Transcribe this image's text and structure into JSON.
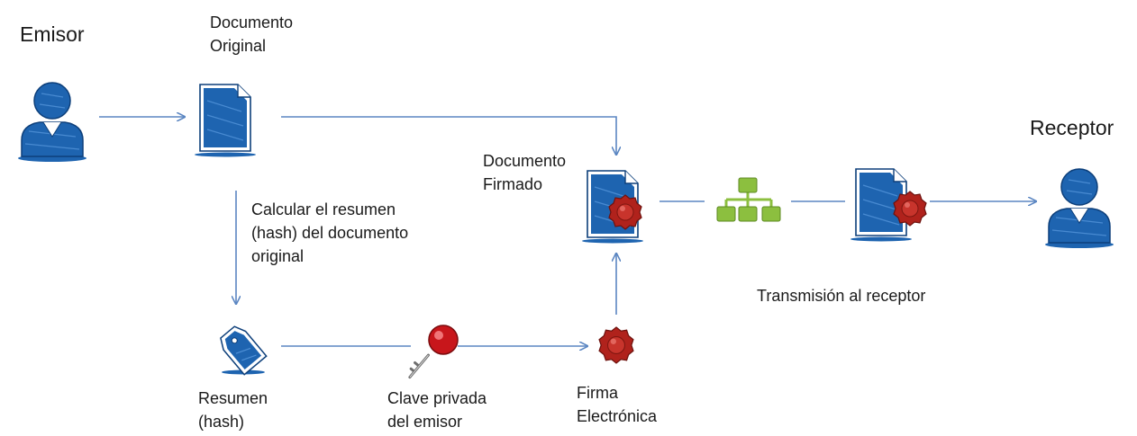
{
  "nodes": {
    "emisor": {
      "label": "Emisor"
    },
    "documento_original": {
      "label": "Documento\nOriginal"
    },
    "documento_firmado": {
      "label": "Documento\nFirmado"
    },
    "receptor": {
      "label": "Receptor"
    },
    "resumen": {
      "label": "Resumen\n(hash)"
    },
    "clave_privada": {
      "label": "Clave privada\ndel emisor"
    },
    "firma": {
      "label": "Firma\nElectrónica"
    }
  },
  "edges": {
    "calcular": {
      "label": "Calcular el resumen\n(hash) del documento\noriginal"
    },
    "transmision": {
      "label": "Transmisión al receptor"
    }
  },
  "colors": {
    "blue": "#1e64b0",
    "blue_light": "#5b9be0",
    "wire": "#5b86c2",
    "seal": "#b0221c",
    "network": "#8cbf3f"
  }
}
